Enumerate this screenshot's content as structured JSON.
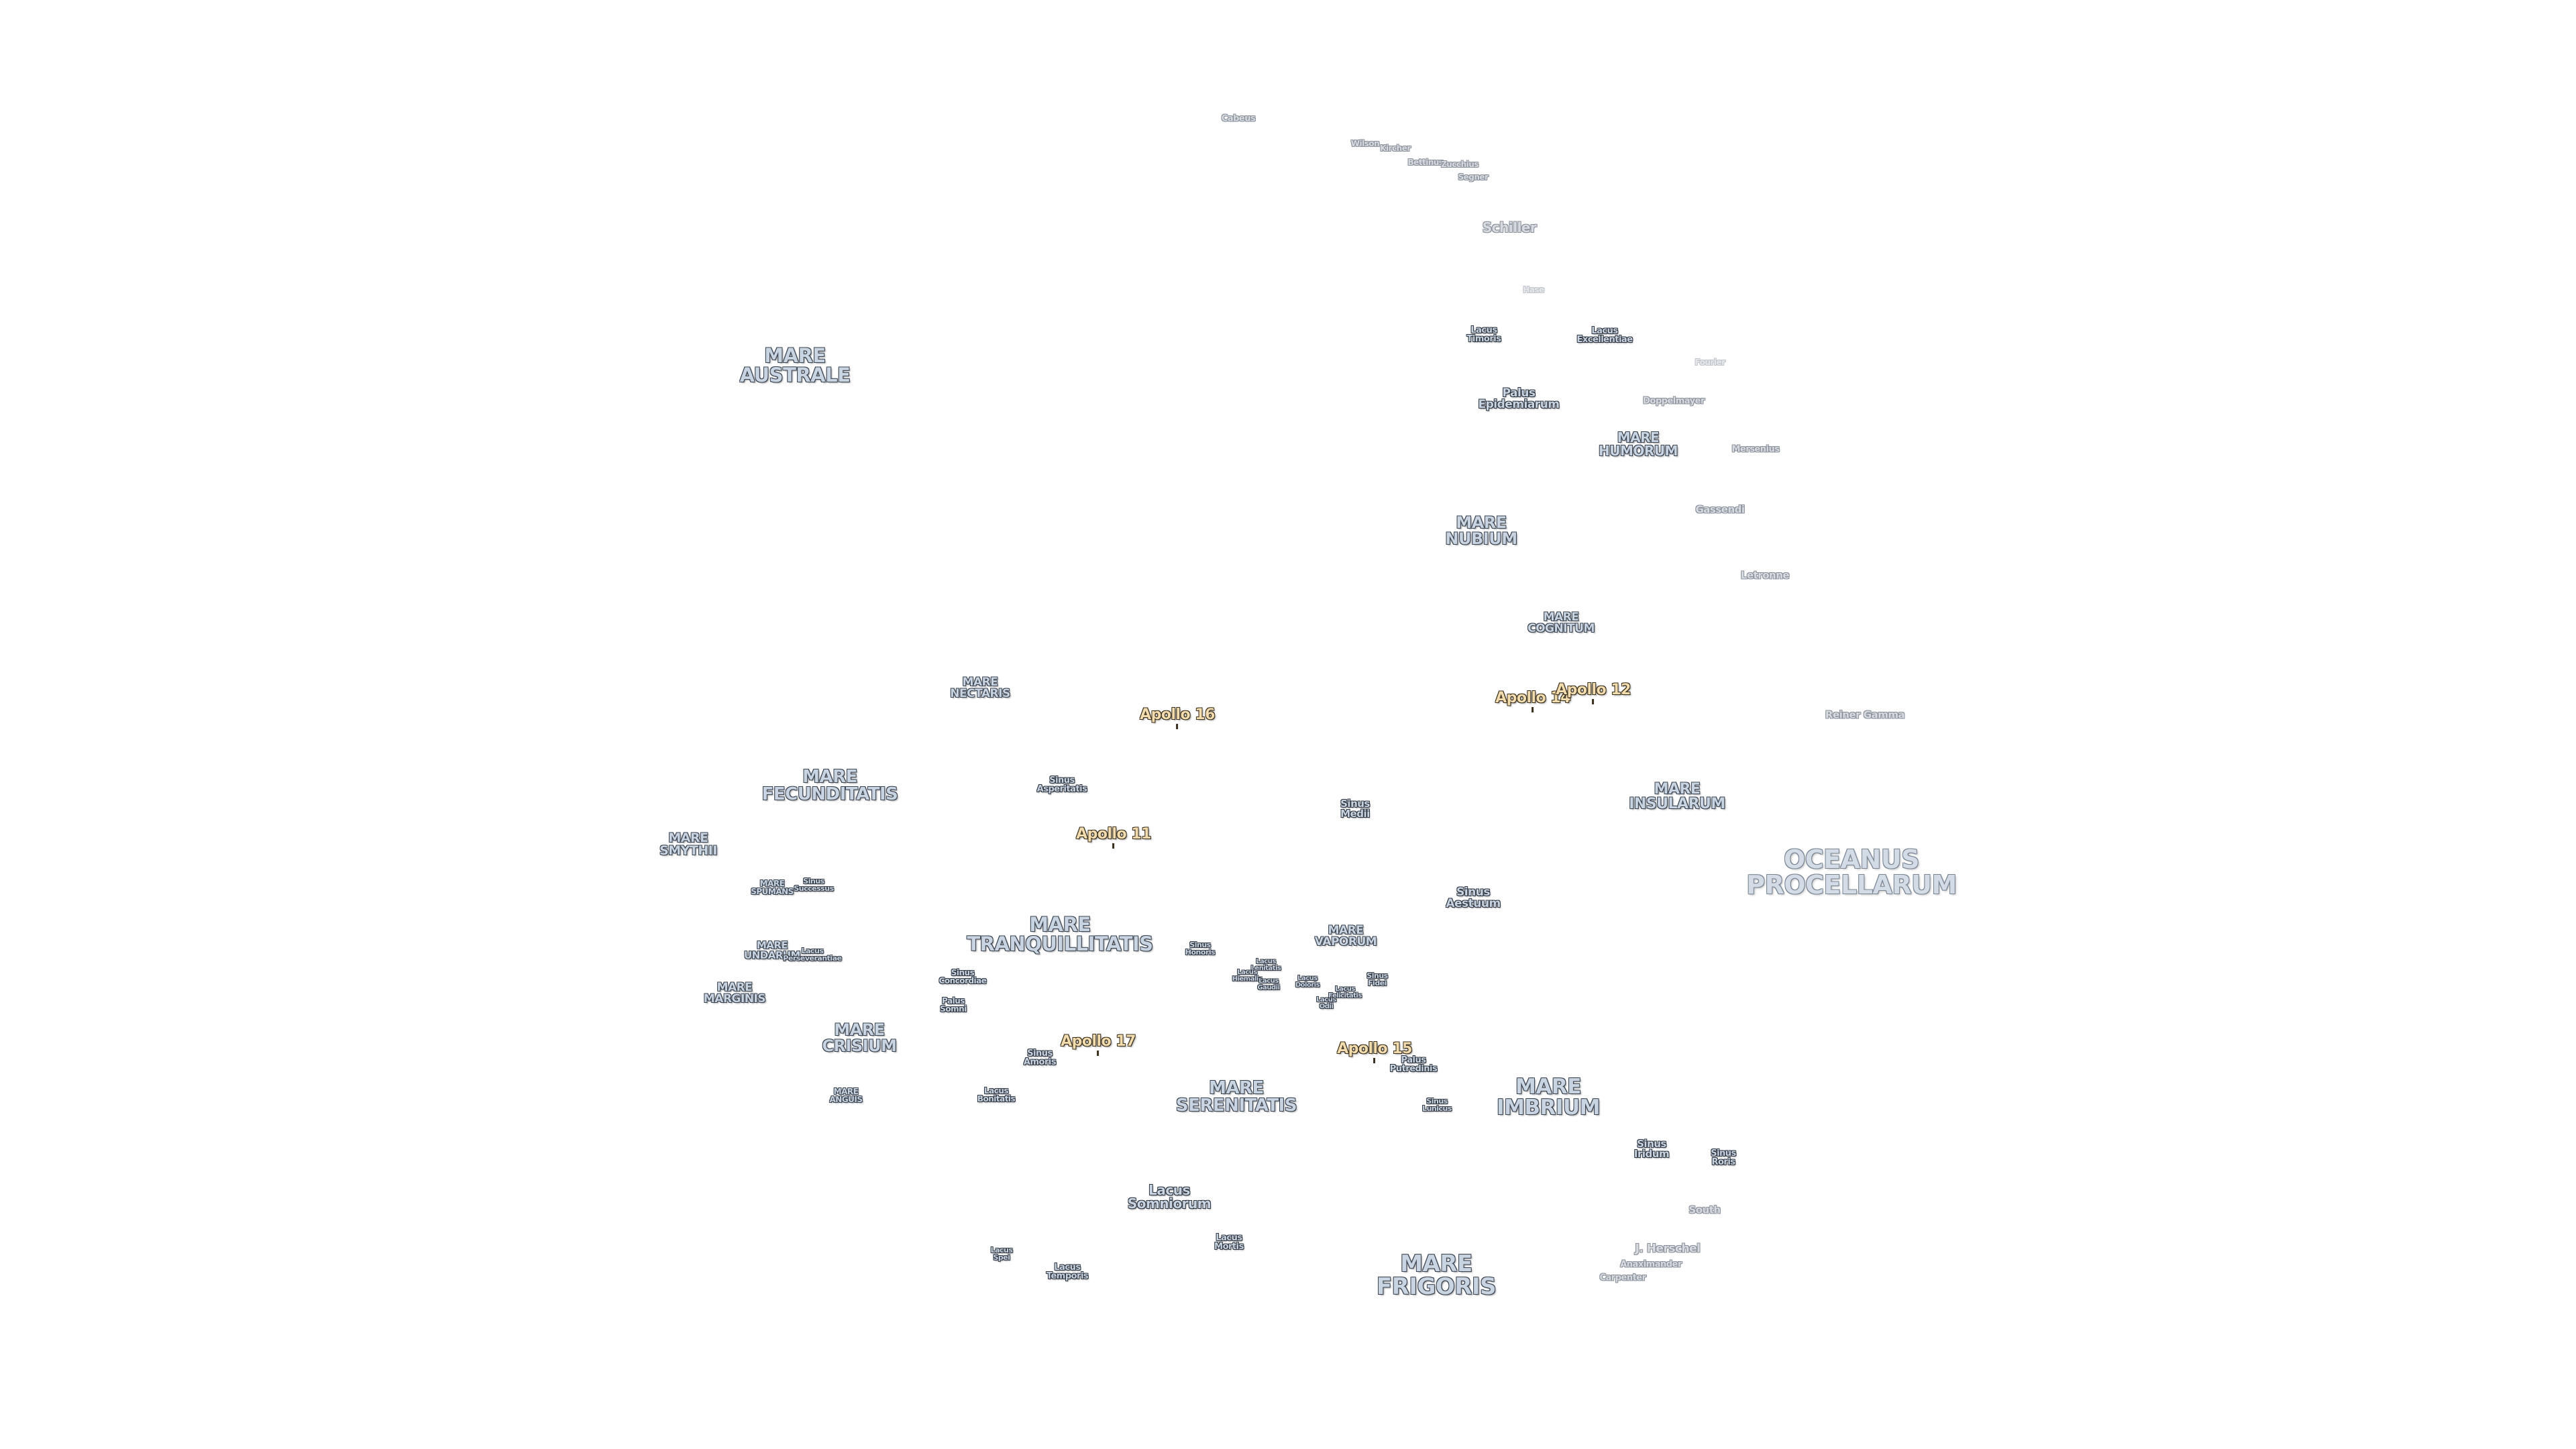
{
  "map": {
    "colors": {
      "background": "#ffffff",
      "mare_fill": "#c9d4e2",
      "mare_outline": "#3a4350",
      "apollo_fill": "#f2dcae",
      "apollo_outline": "#3a2f1c",
      "crater_fill": "#d8dce2"
    },
    "labels": [
      {
        "id": "oceanus-procellarum",
        "kind": "ocean",
        "text": "OCEANUS\nPROCELLARUM"
      },
      {
        "id": "mare-australe",
        "kind": "mare",
        "text": "MARE\nAUSTRALE"
      },
      {
        "id": "mare-humorum",
        "kind": "mare",
        "text": "MARE\nHUMORUM"
      },
      {
        "id": "mare-nubium",
        "kind": "mare",
        "text": "MARE\nNUBIUM"
      },
      {
        "id": "mare-cognitum",
        "kind": "mare",
        "text": "MARE\nCOGNITUM"
      },
      {
        "id": "mare-nectaris",
        "kind": "mare",
        "text": "MARE\nNECTARIS"
      },
      {
        "id": "mare-fecunditatis",
        "kind": "mare",
        "text": "MARE\nFECUNDITATIS"
      },
      {
        "id": "mare-smythii",
        "kind": "mare",
        "text": "MARE\nSMYTHII"
      },
      {
        "id": "mare-spumans",
        "kind": "mare",
        "text": "MARE\nSPUMANS"
      },
      {
        "id": "mare-undarum",
        "kind": "mare",
        "text": "MARE\nUNDARUM"
      },
      {
        "id": "mare-marginis",
        "kind": "mare",
        "text": "MARE\nMARGINIS"
      },
      {
        "id": "mare-crisium",
        "kind": "mare",
        "text": "MARE\nCRISIUM"
      },
      {
        "id": "mare-anguis",
        "kind": "mare",
        "text": "MARE\nANGUIS"
      },
      {
        "id": "mare-tranquillitatis",
        "kind": "mare",
        "text": "MARE\nTRANQUILLITATIS"
      },
      {
        "id": "mare-vaporum",
        "kind": "mare",
        "text": "MARE\nVAPORUM"
      },
      {
        "id": "mare-insularum",
        "kind": "mare",
        "text": "MARE\nINSULARUM"
      },
      {
        "id": "mare-serenitatis",
        "kind": "mare",
        "text": "MARE\nSERENITATIS"
      },
      {
        "id": "mare-imbrium",
        "kind": "mare",
        "text": "MARE\nIMBRIUM"
      },
      {
        "id": "mare-frigoris",
        "kind": "mare",
        "text": "MARE\nFRIGORIS"
      },
      {
        "id": "apollo-16",
        "kind": "apollo",
        "text": "Apollo 16"
      },
      {
        "id": "apollo-14",
        "kind": "apollo",
        "text": "Apollo 14"
      },
      {
        "id": "apollo-12",
        "kind": "apollo",
        "text": "Apollo 12"
      },
      {
        "id": "apollo-11",
        "kind": "apollo",
        "text": "Apollo 11"
      },
      {
        "id": "apollo-17",
        "kind": "apollo",
        "text": "Apollo 17"
      },
      {
        "id": "apollo-15",
        "kind": "apollo",
        "text": "Apollo 15"
      },
      {
        "id": "lacus-timoris",
        "kind": "feature",
        "text": "Lacus\nTimoris"
      },
      {
        "id": "lacus-excellentiae",
        "kind": "feature",
        "text": "Lacus\nExcellentiae"
      },
      {
        "id": "palus-epidemiarum",
        "kind": "feature",
        "text": "Palus\nEpidemiarum"
      },
      {
        "id": "sinus-asperitatis",
        "kind": "feature",
        "text": "Sinus\nAsperitatis"
      },
      {
        "id": "sinus-medii",
        "kind": "feature",
        "text": "Sinus\nMedii"
      },
      {
        "id": "sinus-aestuum",
        "kind": "feature",
        "text": "Sinus\nAestuum"
      },
      {
        "id": "sinus-successus",
        "kind": "feature",
        "text": "Sinus\nSuccessus"
      },
      {
        "id": "lacus-perseverantiae",
        "kind": "feature",
        "text": "Lacus\nPerseverantiae"
      },
      {
        "id": "sinus-honoris",
        "kind": "feature",
        "text": "Sinus\nHonoris"
      },
      {
        "id": "lacus-lenitatis",
        "kind": "feature",
        "text": "Lacus\nLenitatis"
      },
      {
        "id": "lacus-hiemalis",
        "kind": "feature",
        "text": "Lacus\nHiemalis"
      },
      {
        "id": "lacus-gaudii",
        "kind": "feature",
        "text": "Lacus\nGaudii"
      },
      {
        "id": "lacus-doloris",
        "kind": "feature",
        "text": "Lacus\nDoloris"
      },
      {
        "id": "lacus-odii",
        "kind": "feature",
        "text": "Lacus\nOdii"
      },
      {
        "id": "lacus-felicitatis",
        "kind": "feature",
        "text": "Lacus\nFelicitatis"
      },
      {
        "id": "sinus-fidei",
        "kind": "feature",
        "text": "Sinus\nFidei"
      },
      {
        "id": "sinus-concordiae",
        "kind": "feature",
        "text": "Sinus\nConcordiae"
      },
      {
        "id": "palus-somni",
        "kind": "feature",
        "text": "Palus\nSomni"
      },
      {
        "id": "sinus-amoris",
        "kind": "feature",
        "text": "Sinus\nAmoris"
      },
      {
        "id": "lacus-bonitatis",
        "kind": "feature",
        "text": "Lacus\nBonitatis"
      },
      {
        "id": "palus-putredinis",
        "kind": "feature",
        "text": "Palus\nPutredinis"
      },
      {
        "id": "sinus-lunicus",
        "kind": "feature",
        "text": "Sinus\nLunicus"
      },
      {
        "id": "sinus-iridum",
        "kind": "feature",
        "text": "Sinus\nIridum"
      },
      {
        "id": "sinus-roris",
        "kind": "feature",
        "text": "Sinus\nRoris"
      },
      {
        "id": "lacus-somniorum",
        "kind": "feature",
        "text": "Lacus\nSomniorum"
      },
      {
        "id": "lacus-mortis",
        "kind": "feature",
        "text": "Lacus\nMortis"
      },
      {
        "id": "lacus-spei",
        "kind": "feature",
        "text": "Lacus\nSpei"
      },
      {
        "id": "lacus-temporis",
        "kind": "feature",
        "text": "Lacus\nTemporis"
      },
      {
        "id": "cabeus",
        "kind": "crater",
        "text": "Cabeus"
      },
      {
        "id": "wilson",
        "kind": "crater",
        "text": "Wilson"
      },
      {
        "id": "kircher",
        "kind": "crater",
        "text": "Kircher"
      },
      {
        "id": "bettinus",
        "kind": "crater",
        "text": "Bettinus"
      },
      {
        "id": "zucchius",
        "kind": "crater",
        "text": "Zucchius"
      },
      {
        "id": "segner",
        "kind": "crater",
        "text": "Segner"
      },
      {
        "id": "schiller",
        "kind": "crater",
        "text": "Schiller"
      },
      {
        "id": "hase",
        "kind": "crater-faint",
        "text": "Hase"
      },
      {
        "id": "fourier",
        "kind": "crater-faint",
        "text": "Fourier"
      },
      {
        "id": "doppelmayer",
        "kind": "crater",
        "text": "Doppelmayer"
      },
      {
        "id": "mersenius",
        "kind": "crater",
        "text": "Mersenius"
      },
      {
        "id": "gassendi",
        "kind": "crater",
        "text": "Gassendi"
      },
      {
        "id": "letronne",
        "kind": "crater",
        "text": "Letronne"
      },
      {
        "id": "reiner-gamma",
        "kind": "crater",
        "text": "Reiner Gamma"
      },
      {
        "id": "south",
        "kind": "crater",
        "text": "South"
      },
      {
        "id": "j-herschel",
        "kind": "crater",
        "text": "J. Herschel"
      },
      {
        "id": "anaximander",
        "kind": "crater",
        "text": "Anaximander"
      },
      {
        "id": "carpenter",
        "kind": "crater",
        "text": "Carpenter"
      }
    ]
  }
}
